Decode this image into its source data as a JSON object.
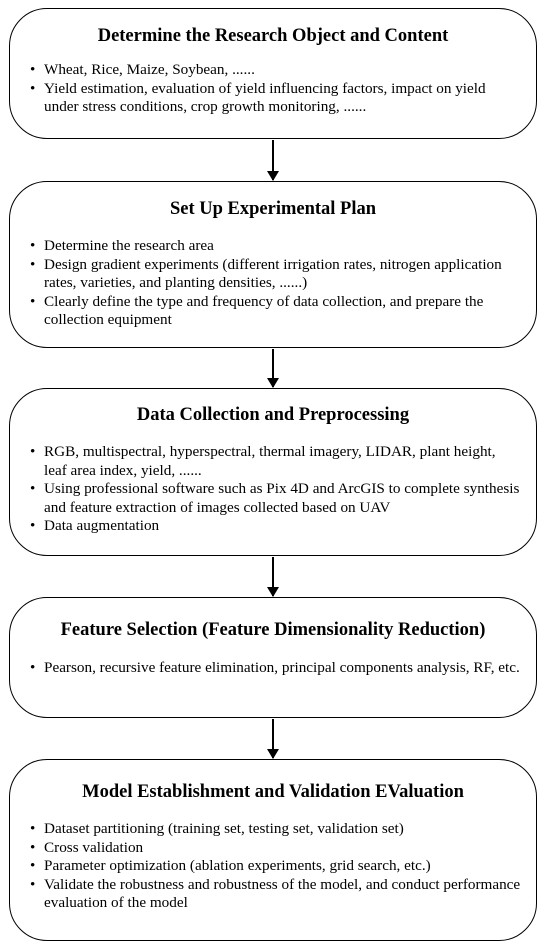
{
  "boxes": [
    {
      "title": "Determine the Research Object and Content",
      "items": [
        "Wheat, Rice, Maize, Soybean, ......",
        "Yield estimation, evaluation of yield influencing factors, impact on yield under stress conditions, crop growth monitoring, ......"
      ]
    },
    {
      "title": "Set Up Experimental Plan",
      "items": [
        "Determine the research area",
        "Design gradient experiments (different irrigation rates, nitrogen application rates, varieties, and planting densities, ......)",
        "Clearly define the type and frequency of data collection, and prepare the collection equipment"
      ]
    },
    {
      "title": "Data Collection and Preprocessing",
      "items": [
        "RGB, multispectral, hyperspectral, thermal imagery, LIDAR, plant height, leaf area index, yield, ......",
        "Using professional software such as Pix 4D and ArcGIS to complete synthesis and feature extraction of images collected based on UAV",
        "Data augmentation"
      ]
    },
    {
      "title": "Feature Selection (Feature Dimensionality Reduction)",
      "items": [
        "Pearson, recursive feature elimination, principal components analysis, RF, etc."
      ]
    },
    {
      "title": "Model Establishment and Validation EValuation",
      "items": [
        "Dataset partitioning (training set, testing set, validation set)",
        "Cross validation",
        "Parameter optimization (ablation experiments, grid search, etc.)",
        "Validate the robustness and robustness of the model, and conduct performance evaluation of the model"
      ]
    }
  ]
}
